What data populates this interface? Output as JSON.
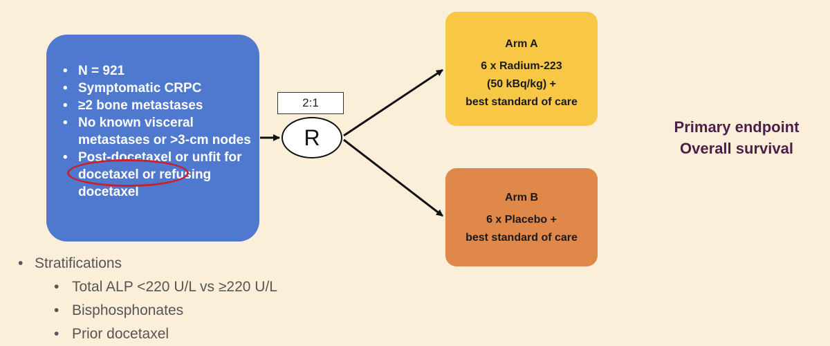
{
  "eligibility": {
    "items": [
      "N = 921",
      "Symptomatic CRPC",
      "≥2 bone metastases",
      "No known visceral metastases or >3-cm nodes",
      "Post-docetaxel or unfit for docetaxel or refusing docetaxel"
    ]
  },
  "randomization": {
    "ratio": "2:1",
    "symbol": "R"
  },
  "arms": [
    {
      "title": "Arm A",
      "lines": [
        "6 x Radium-223",
        "(50 kBq/kg) +",
        "best standard of care"
      ],
      "color": "#f7c745"
    },
    {
      "title": "Arm B",
      "lines": [
        "6 x Placebo +",
        "best standard of care"
      ],
      "color": "#e0874a"
    }
  ],
  "endpoint": {
    "line1": "Primary endpoint",
    "line2": "Overall survival"
  },
  "stratifications": {
    "heading": "Stratifications",
    "items": [
      "Total ALP <220 U/L vs ≥220 U/L",
      "Bisphosphonates",
      "Prior docetaxel"
    ]
  },
  "colors": {
    "background": "#fcefd9",
    "criteria_box": "#4f78cf",
    "highlight": "#c8202c",
    "endpoint_text": "#4b1f4a"
  }
}
